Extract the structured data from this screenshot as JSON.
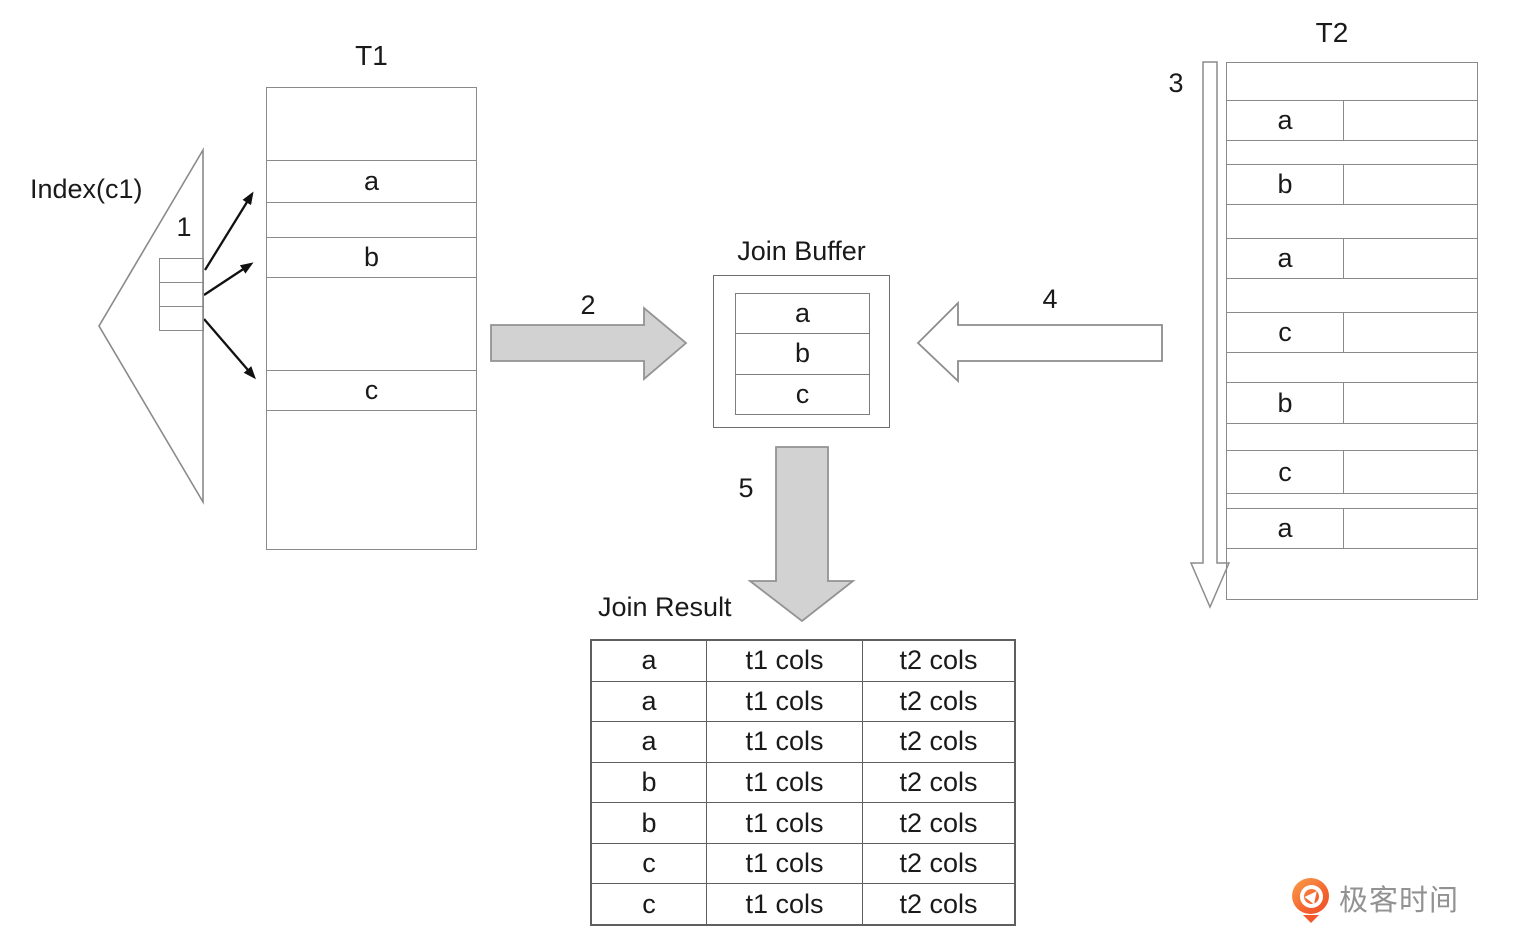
{
  "index": {
    "label": "Index(c1)",
    "step_label": "1"
  },
  "steps": {
    "s2": "2",
    "s3": "3",
    "s4": "4",
    "s5": "5"
  },
  "t1": {
    "title": "T1",
    "rows": [
      "",
      "a",
      "",
      "b",
      "",
      "c",
      ""
    ]
  },
  "t2": {
    "title": "T2",
    "rows": [
      "",
      "a",
      "",
      "b",
      "",
      "a",
      "",
      "c",
      "",
      "b",
      "",
      "c",
      "",
      "a",
      ""
    ]
  },
  "join_buffer": {
    "title": "Join Buffer",
    "items": [
      "a",
      "b",
      "c"
    ]
  },
  "join_result": {
    "title": "Join Result",
    "rows": [
      [
        "a",
        "t1 cols",
        "t2 cols"
      ],
      [
        "a",
        "t1 cols",
        "t2 cols"
      ],
      [
        "a",
        "t1 cols",
        "t2 cols"
      ],
      [
        "b",
        "t1 cols",
        "t2 cols"
      ],
      [
        "b",
        "t1 cols",
        "t2 cols"
      ],
      [
        "c",
        "t1 cols",
        "t2 cols"
      ],
      [
        "c",
        "t1 cols",
        "t2 cols"
      ]
    ]
  },
  "logo": {
    "text": "极客时间",
    "icon": "geektime-q-icon"
  },
  "colors": {
    "background": "#ffffff",
    "table_stroke": "#8a8a8a",
    "dark_stroke": "#5f5f5f",
    "gray_arrow_fill": "#d2d2d2",
    "gray_arrow_stroke": "#939393",
    "black_arrow": "#111111",
    "text": "#1a1a1a",
    "logo_orange": "#f3612e",
    "logo_text_gray": "#929292"
  }
}
